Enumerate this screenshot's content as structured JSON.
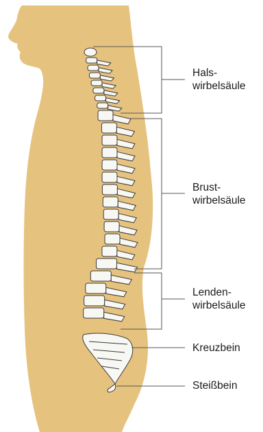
{
  "colors": {
    "body": "#e6c27f",
    "bone": "#f7f7f3",
    "outline": "#3a3a3a",
    "leader": "#555555"
  },
  "labels": {
    "cervical": [
      "Hals-",
      "wirbelsäule"
    ],
    "thoracic": [
      "Brust-",
      "wirbelsäule"
    ],
    "lumbar": [
      "Lenden-",
      "wirbelsäule"
    ],
    "sacrum": "Kreuzbein",
    "coccyx": "Steißbein"
  }
}
